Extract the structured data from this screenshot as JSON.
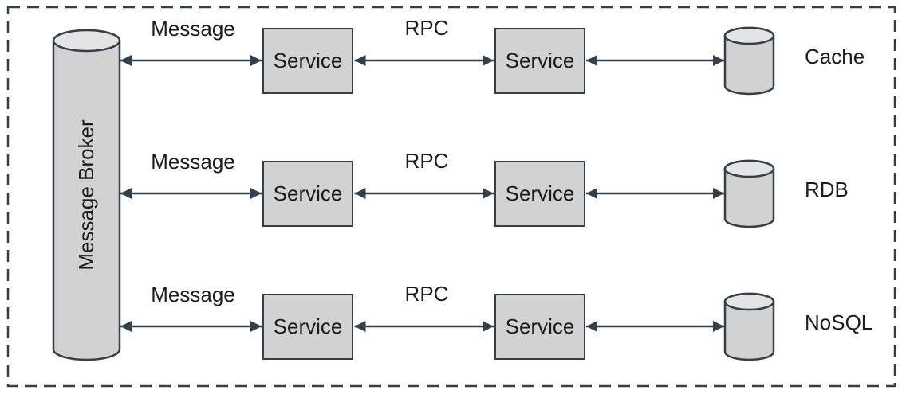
{
  "diagram": {
    "broker": {
      "label": "Message Broker"
    },
    "rows": [
      {
        "message_label": "Message",
        "rpc_label": "RPC",
        "service_left": "Service",
        "service_right": "Service",
        "datastore_label": "Cache"
      },
      {
        "message_label": "Message",
        "rpc_label": "RPC",
        "service_left": "Service",
        "service_right": "Service",
        "datastore_label": "RDB"
      },
      {
        "message_label": "Message",
        "rpc_label": "RPC",
        "service_left": "Service",
        "service_right": "Service",
        "datastore_label": "NoSQL"
      }
    ],
    "colors": {
      "stroke": "#344049",
      "shape_fill": "#d2d2d2",
      "cylinder_top_fill": "#e4e4e4",
      "text": "#1c1c1c",
      "background": "#ffffff"
    }
  }
}
